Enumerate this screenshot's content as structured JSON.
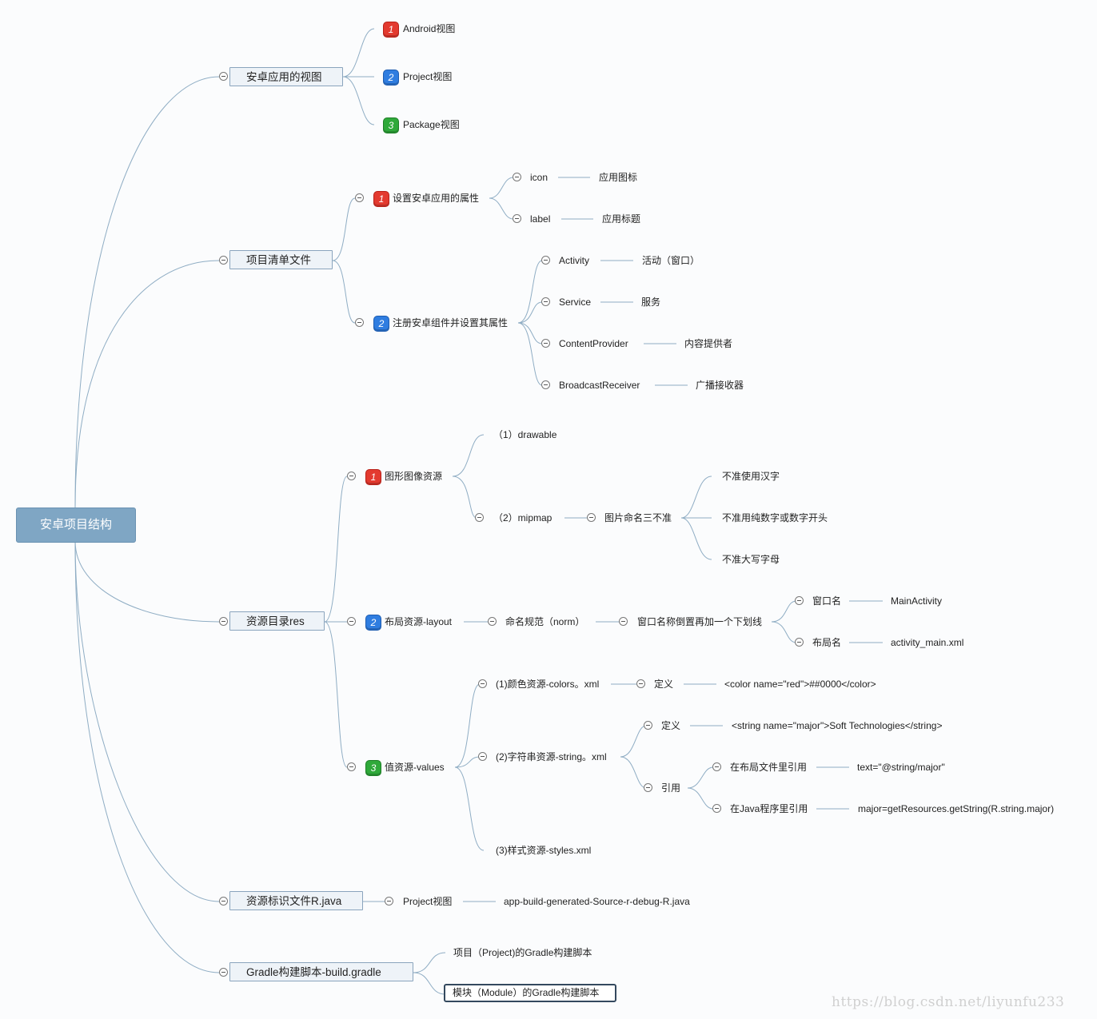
{
  "root": "安卓项目结构",
  "views": {
    "title": "安卓应用的视图",
    "android": "Android视图",
    "project": "Project视图",
    "package": "Package视图"
  },
  "manifest": {
    "title": "项目清单文件",
    "attrs": "设置安卓应用的属性",
    "icon": "icon",
    "icon_val": "应用图标",
    "label": "label",
    "label_val": "应用标题",
    "components": "注册安卓组件并设置其属性",
    "activity": "Activity",
    "activity_val": "活动（窗口）",
    "service": "Service",
    "service_val": "服务",
    "provider": "ContentProvider",
    "provider_val": "内容提供者",
    "receiver": "BroadcastReceiver",
    "receiver_val": "广播接收器"
  },
  "res": {
    "title": "资源目录res",
    "drawable_group": "图形图像资源",
    "drawable": "（1）drawable",
    "mipmap": "（2）mipmap",
    "naming_rules": "图片命名三不准",
    "rule1": "不准使用汉字",
    "rule2": "不准用纯数字或数字开头",
    "rule3": "不准大写字母",
    "layout": "布局资源-layout",
    "norm": "命名规范（norm）",
    "norm_desc": "窗口名称倒置再加一个下划线",
    "window_name": "窗口名",
    "window_val": "MainActivity",
    "layout_name": "布局名",
    "layout_val": "activity_main.xml",
    "values": "值资源-values",
    "colors": "(1)颜色资源-colors。xml",
    "colors_def": "定义",
    "colors_def_val": "<color name=\"red\">##0000</color>",
    "strings": "(2)字符串资源-string。xml",
    "strings_def": "定义",
    "strings_def_val": "<string name=\"major\">Soft Technologies</string>",
    "strings_ref": "引用",
    "ref_layout": "在布局文件里引用",
    "ref_layout_val": "text=\"@string/major\"",
    "ref_java": "在Java程序里引用",
    "ref_java_val": "major=getResources.getString(R.string.major)",
    "styles": "(3)样式资源-styles.xml"
  },
  "rjava": {
    "title": "资源标识文件R.java",
    "project": "Project视图",
    "path": "app-build-generated-Source-r-debug-R.java"
  },
  "gradle": {
    "title": "Gradle构建脚本-build.gradle",
    "project": "项目（Project)的Gradle构建脚本",
    "module": "模块（Module）的Gradle构建脚本"
  },
  "watermark": "https://blog.csdn.net/liyunfu233",
  "colors": {
    "root": "#7fa6c4",
    "link": "#8aa8c0",
    "badge_red": "#e33a2f",
    "badge_blue": "#2f7de0",
    "badge_green": "#2fa93a"
  }
}
